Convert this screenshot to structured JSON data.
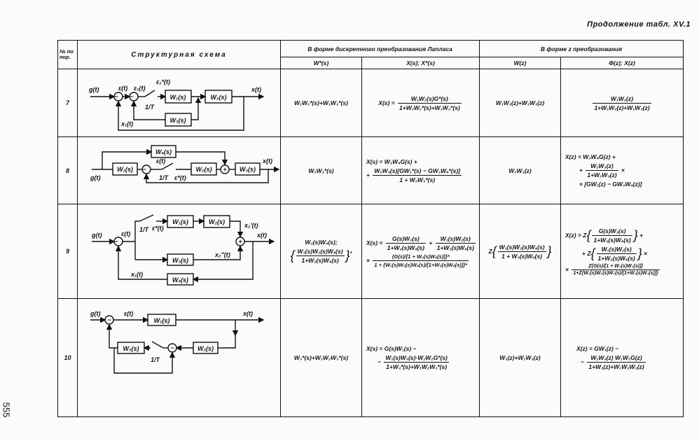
{
  "page": {
    "title": "Продолжение табл. XV.1",
    "page_number": "555"
  },
  "header": {
    "col_no": "№ по пор.",
    "col_schema": "Структурная схема",
    "group_laplace": "В форме дискретного преобразования Лапласа",
    "group_z": "В форме z преобразования",
    "col_wstar": "W*(s)",
    "col_x": "X(s); X*(s)",
    "col_wz": "W(z)",
    "col_phi": "Φ(z); X(z)"
  },
  "rows": [
    {
      "no": "7",
      "diagram": {
        "g": "g(t)",
        "e": "ε(t)",
        "e1": "ε₁(t)",
        "e1s": "ε₁*(t)",
        "w1": "W₁(s)",
        "w2": "W₂(s)",
        "w3": "W₃(s)",
        "x": "x(t)",
        "x1": "x₁(t)",
        "t": "1/T"
      },
      "wstar": "W₁W₂*(s)+W₁W₃*(s)",
      "x": {
        "lhs": "X(s) =",
        "num": "W₁W₂(s)G*(s)",
        "den": "1+W₁W₂*(s)+W₁W₃*(s)"
      },
      "wz": "W₁W₂(z)+W₁W₃(z)",
      "phi": {
        "num": "W₁W₂(z)",
        "den": "1+W₁W₂(z)+W₁W₃(z)"
      }
    },
    {
      "no": "8",
      "diagram": {
        "g": "g(t)",
        "e": "ε(t)",
        "es": "ε*(t)",
        "w1": "W₁(s)",
        "w2": "W₂(s)",
        "w3": "W₃(s)",
        "w4": "W₄(s)",
        "x": "x(t)",
        "t": "1/T"
      },
      "wstar": "W₂W₃*(s)",
      "x": {
        "line1": "X(s) = W₃W₄G(s) +",
        "sign": "+",
        "num": "W₂W₃(s)[GW₁*(s) − GW₃W₄*(s)]",
        "den": "1 + W₂W₃*(s)"
      },
      "wz": "W₂W₃(z)",
      "phi": {
        "line1": "X(z) = W₃W₄G(z) +",
        "sign": "+",
        "num": "W₂W₃(z)",
        "den": "1+W₂W₃(z)",
        "times": "×",
        "line3": "× [GW₁(z) − GW₃W₄(z)]"
      }
    },
    {
      "no": "9",
      "diagram": {
        "g": "g(t)",
        "e": "ε(t)",
        "es": "ε*(t)",
        "w1": "W₁(s)",
        "w2": "W₂(s)",
        "w3": "W₃(s)",
        "w4": "W₄(s)",
        "x2a": "x₂′(t)",
        "x2b": "x₂″(t)",
        "x": "x(t)",
        "x1": "x₁(t)",
        "t": "1/T"
      },
      "wstar": {
        "line1": "W₃(s)W₄(s);",
        "num": "W₁(s)W₂(s)W₄(s)",
        "den": "1+W₃(s)W₄(s)",
        "sup": "*"
      },
      "x": {
        "lhs": "X(s) =",
        "num1": "G(s)W₃(s)",
        "den1": "1+W₃(s)W₄(s)",
        "plus": "+",
        "num2": "W₁(s)W₂(s)",
        "den2": "1+W₃(s)W₄(s)",
        "times": "×",
        "num3": "{G(s)/[1 + W₃(s)W₄(s)]}*",
        "den3": "1 + {W₁(s)W₂(s)W₄(s)/[1+W₃(s)W₄(s)]}*"
      },
      "wz": {
        "z": "Z",
        "num": "W₁(s)W₂(s)W₄(s)",
        "den": "1 + W₃(s)W₄(s)"
      },
      "phi": {
        "lhs": "X(z) = Z",
        "num1": "G(s)W₃(s)",
        "den1": "1+W₃(s)W₄(s)",
        "plus": "+",
        "lhs2": "+ Z",
        "num2": "W₁(s)W₂(s)",
        "den2": "1+W₃(s)W₄(s)",
        "times": "×",
        "num3": "Z{G(s)/[1 + W₃(s)W₄(s)]}",
        "den3": "1+Z{W₁(s)W₂(s)W₄(s)/[1+W₃(s)W₄(s)]}"
      }
    },
    {
      "no": "10",
      "diagram": {
        "g": "g(t)",
        "e": "ε(t)",
        "w1": "W₁(s)",
        "w2": "W₂(s)",
        "w3": "W₃(s)",
        "x": "x(t)",
        "t": "1/T"
      },
      "wstar": "W₃*(s)+W₁W₂W₃*(s)",
      "x": {
        "line1": "X(s) = G(s)W₁(s) −",
        "sign": "−",
        "num": "W₁(s)W₃(s)·W₁W₂G*(s)",
        "den": "1+W₃*(s)+W₁W₂W₃*(s)"
      },
      "wz": "W₃(z)+W₁W₃(z)",
      "phi": {
        "line1": "X(z) = GW₁(z) −",
        "sign": "−",
        "num": "W₁W₃(z)  W₁W₂G(z)",
        "den": "1+W₃(z)+W₁W₂W₃(z)"
      }
    }
  ]
}
